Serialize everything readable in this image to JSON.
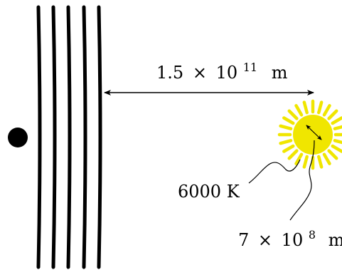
{
  "distance_label": {
    "mantissa": "1.5",
    "times": "×",
    "base": "10",
    "exponent": "11",
    "unit": "m"
  },
  "temperature_label": "6000 K",
  "radius_label": {
    "mantissa": "7",
    "times": "×",
    "base": "10",
    "exponent": "8",
    "unit": "m"
  },
  "colors": {
    "sun": "#f0e600",
    "ink": "#000000"
  },
  "barrier_line_count": 5
}
